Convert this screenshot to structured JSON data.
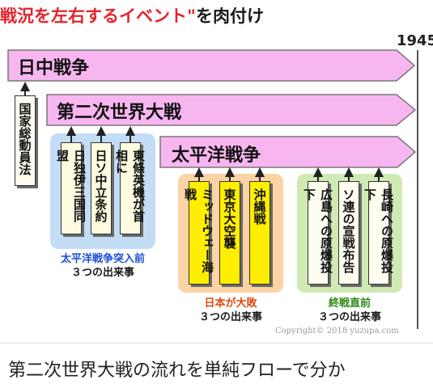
{
  "heading": {
    "highlight": "戦況を左右するイベント\"",
    "rest": "を肉付け"
  },
  "year_marker": "1945",
  "arrows": [
    {
      "id": "sino-japanese-war",
      "label": "日中戦争"
    },
    {
      "id": "world-war-2",
      "label": "第二次世界大戦"
    },
    {
      "id": "pacific-war",
      "label": "太平洋戦争"
    }
  ],
  "mobilization_law": "国家総動員法",
  "groups": [
    {
      "id": "before-pacific-war",
      "events": [
        "日独伊三国同盟",
        "日ソ中立条約",
        "東條英機が首相に"
      ],
      "caption_line1": "太平洋戦争突入前",
      "caption_line2": "３つの出来事"
    },
    {
      "id": "japan-big-defeat",
      "events": [
        "ミッドウェー海戦",
        "東京大空襲",
        "沖縄戦"
      ],
      "caption_line1": "日本が大敗",
      "caption_line2": "３つの出来事"
    },
    {
      "id": "right-before-end",
      "events": [
        "広島への原爆投下",
        "ソ連の宣戦布告",
        "長崎への原爆投下"
      ],
      "caption_line1": "終戦直前",
      "caption_line2": "３つの出来事"
    }
  ],
  "colors": {
    "arrow_fill": "#f8b6f0",
    "arrow_stroke": "#777777",
    "group_blue": "#c4ddf7",
    "group_orange": "#fbd3a5",
    "group_green": "#cfeab2",
    "caption_blue": "#1d4fd3",
    "caption_orange": "#e04a12",
    "caption_green": "#2e8a16",
    "card_yellow": "#ffee00"
  },
  "copyright": "Copyright© 2018 yuzupa.com",
  "bottom_text": "第二次世界大戦の流れを単純フローで分か"
}
